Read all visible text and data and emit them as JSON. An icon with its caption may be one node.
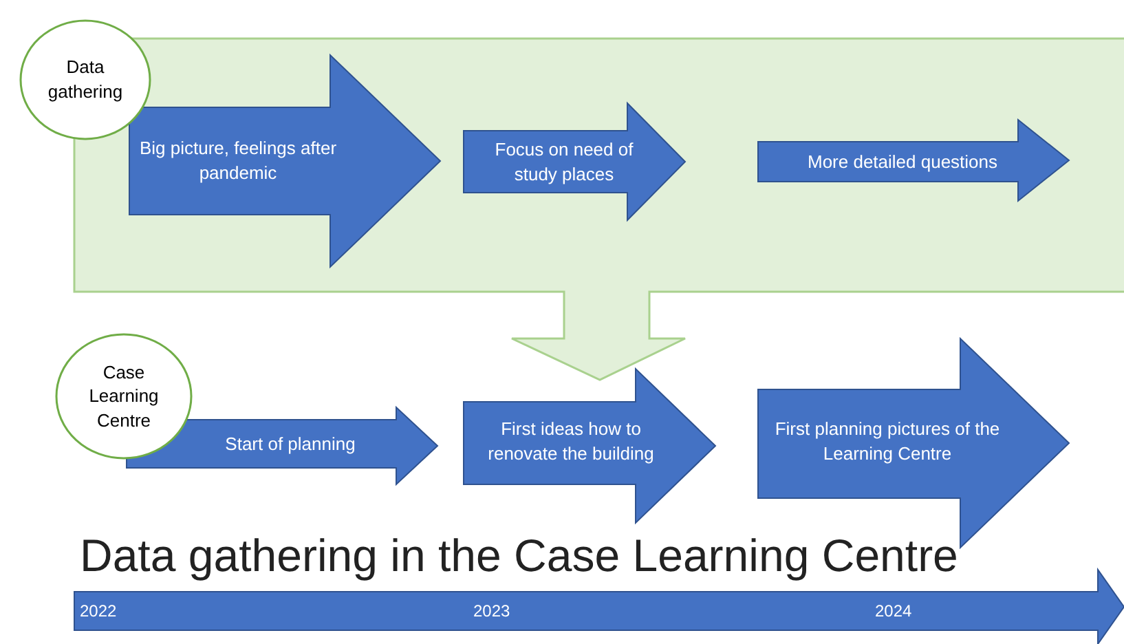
{
  "diagram": {
    "title": "Data gathering in the Case Learning Centre",
    "nodes": [
      {
        "text": [],
        "shape": "box"
      },
      {
        "text": [
          "Data gathering"
        ]
      },
      {
        "text": [
          "Big picture, feelings after pandemic"
        ],
        "in": 0
      },
      {
        "text": [
          "Focus on need of study places"
        ],
        "in": 0
      },
      {
        "text": [
          "More detailed questions"
        ],
        "in": 0
      },
      {
        "text": [
          "Case Learning Centre"
        ]
      },
      {
        "text": [
          "Start of planning"
        ]
      },
      {
        "text": [
          "First ideas how to renovate the building"
        ]
      },
      {
        "text": [
          "First planning pictures of the Learning Centre"
        ]
      },
      {
        "text": [
          "2022",
          "2023",
          "2024"
        ]
      }
    ]
  }
}
